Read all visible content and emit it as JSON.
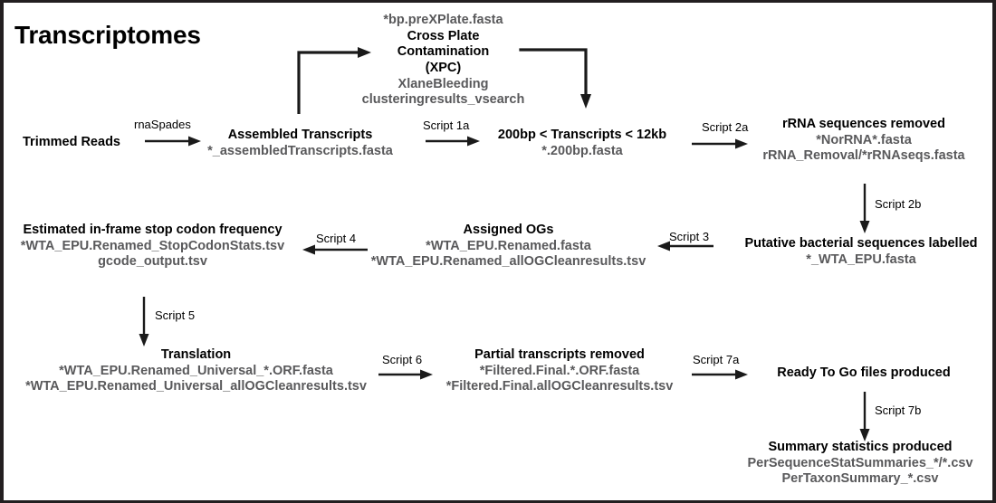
{
  "page": {
    "title": "Transcriptomes"
  },
  "nodes": [
    {
      "id": "trimmed-reads",
      "title": "Trimmed Reads",
      "files": []
    },
    {
      "id": "assembled-transcripts",
      "title": "Assembled Transcripts",
      "files": [
        "*_assembledTranscripts.fasta"
      ]
    },
    {
      "id": "cross-plate-contamination",
      "title": "Cross Plate\nContamination\n(XPC)",
      "title_lines": [
        "Cross Plate",
        "Contamination",
        "(XPC)"
      ],
      "files_above": [
        "*bp.preXPlate.fasta"
      ],
      "files": [
        "XlaneBleeding",
        "clusteringresults_vsearch"
      ]
    },
    {
      "id": "size-filtered-transcripts",
      "title": "200bp < Transcripts < 12kb",
      "files": [
        "*.200bp.fasta"
      ]
    },
    {
      "id": "rrna-removed",
      "title": "rRNA sequences removed",
      "files": [
        "*NorRNA*.fasta",
        "rRNA_Removal/*rRNAseqs.fasta"
      ]
    },
    {
      "id": "bacterial-labelled",
      "title": "Putative bacterial sequences labelled",
      "files": [
        "*_WTA_EPU.fasta"
      ]
    },
    {
      "id": "assigned-ogs",
      "title": "Assigned OGs",
      "files": [
        "*WTA_EPU.Renamed.fasta",
        "*WTA_EPU.Renamed_allOGCleanresults.tsv"
      ]
    },
    {
      "id": "stop-codon-frequency",
      "title": "Estimated in-frame stop codon frequency",
      "files": [
        "*WTA_EPU.Renamed_StopCodonStats.tsv",
        "gcode_output.tsv"
      ]
    },
    {
      "id": "translation",
      "title": "Translation",
      "files": [
        "*WTA_EPU.Renamed_Universal_*.ORF.fasta",
        "*WTA_EPU.Renamed_Universal_allOGCleanresults.tsv"
      ]
    },
    {
      "id": "partial-removed",
      "title": "Partial transcripts removed",
      "files": [
        "*Filtered.Final.*.ORF.fasta",
        "*Filtered.Final.allOGCleanresults.tsv"
      ]
    },
    {
      "id": "ready-to-go",
      "title": "Ready To Go files produced",
      "files": []
    },
    {
      "id": "summary-statistics",
      "title": "Summary statistics produced",
      "files": [
        "PerSequenceStatSummaries_*/*.csv",
        "PerTaxonSummary_*.csv"
      ]
    }
  ],
  "arrows": {
    "rnaspades": "rnaSpades",
    "script_1a": "Script 1a",
    "script_2a": "Script 2a",
    "script_2b": "Script 2b",
    "script_3": "Script 3",
    "script_4": "Script 4",
    "script_5": "Script 5",
    "script_6": "Script 6",
    "script_7a": "Script 7a",
    "script_7b": "Script 7b"
  },
  "colors": {
    "text": "#000000",
    "file_text": "#59595b",
    "frame": "#231f20",
    "background": "#ffffff"
  }
}
